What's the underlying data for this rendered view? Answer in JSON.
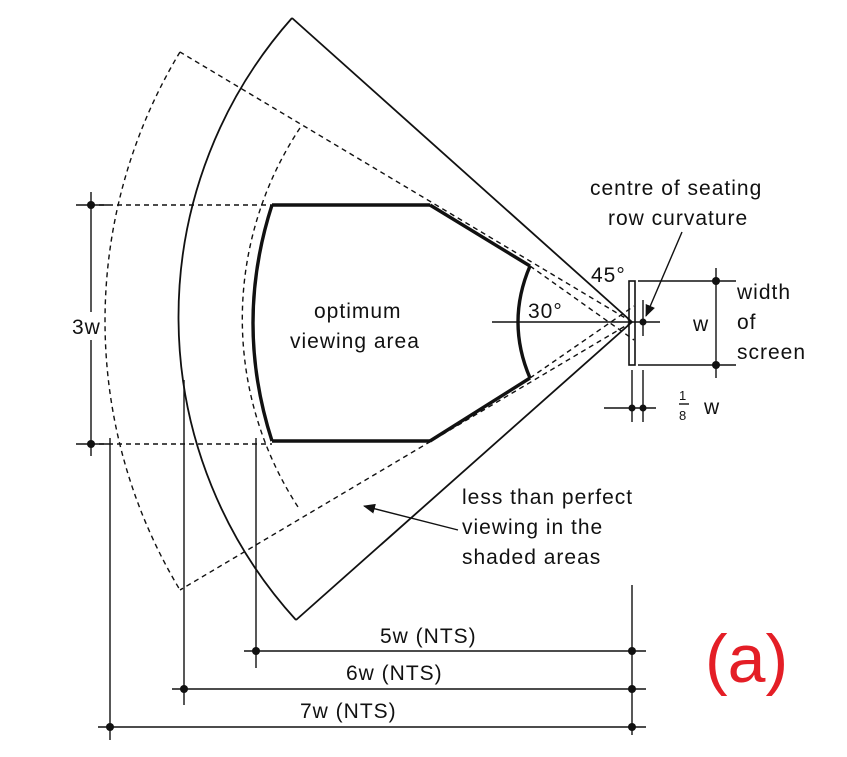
{
  "diagram": {
    "labels": {
      "centre_line1": "centre  of  seating",
      "centre_line2": "row  curvature",
      "angle_45": "45°",
      "angle_30": "30°",
      "width_line1": "width",
      "width_line2": "of",
      "width_line3": "screen",
      "w_screen": "w",
      "three_w": "3w",
      "optimum_line1": "optimum",
      "optimum_line2": "viewing  area",
      "less_line1": "less  than  perfect",
      "less_line2": "viewing  in  the",
      "less_line3": "shaded  areas",
      "frac_num": "1",
      "frac_den": "8",
      "frac_w": "w",
      "dim_5w": "5w  (NTS)",
      "dim_6w": "6w  (NTS)",
      "dim_7w": "7w  (NTS)",
      "panel": "(a)"
    },
    "colors": {
      "ink": "#111111",
      "panel_label": "#e41e26",
      "background": "#ffffff"
    }
  }
}
